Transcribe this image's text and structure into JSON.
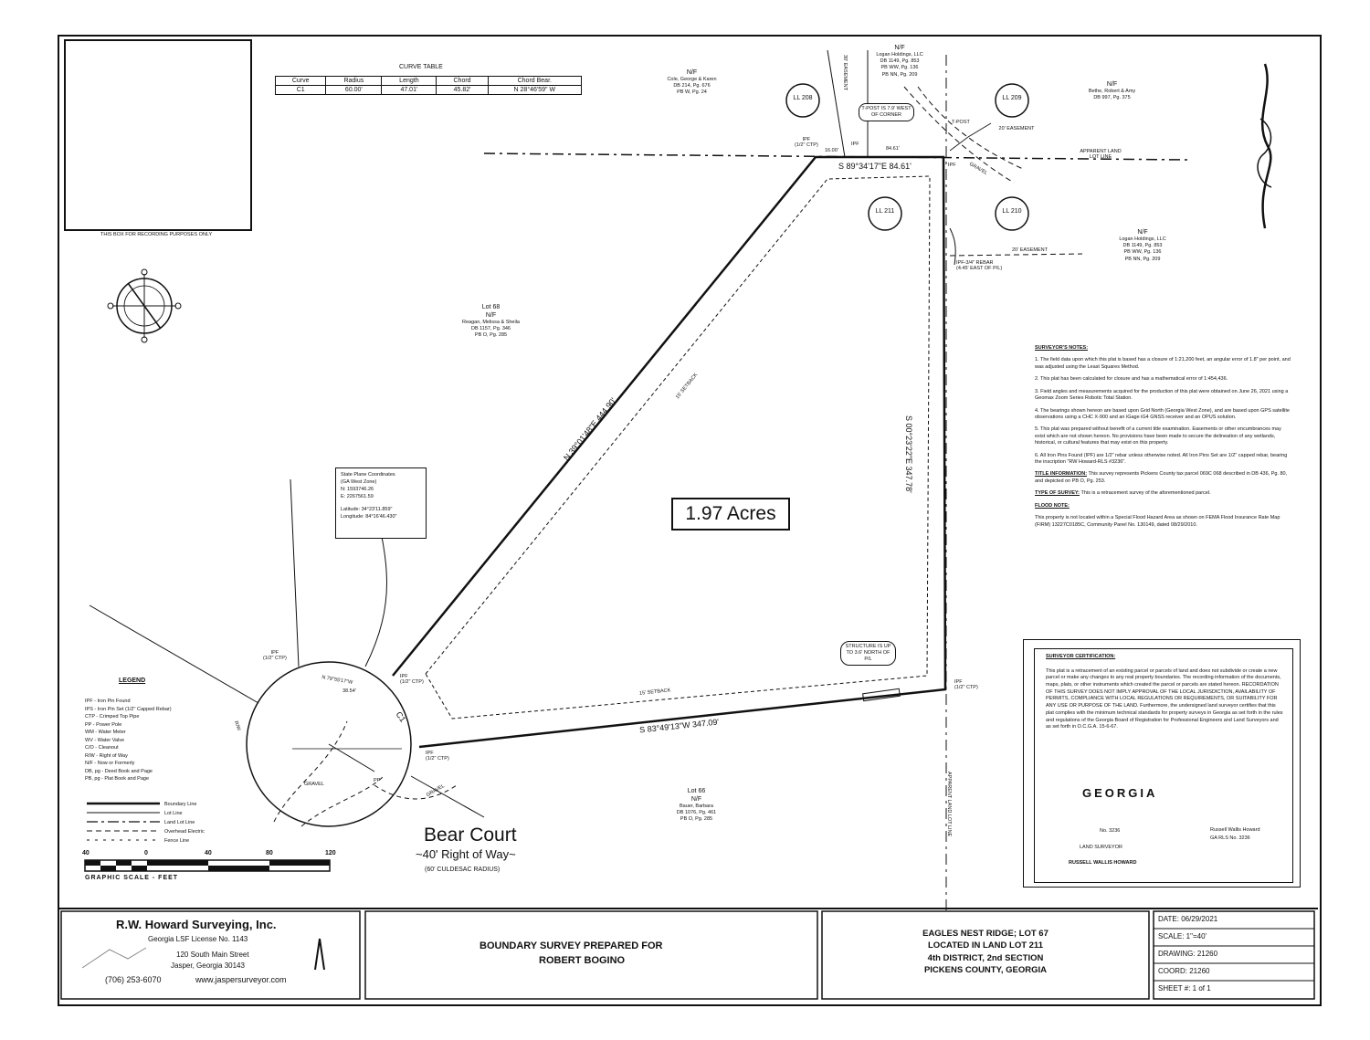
{
  "recording_box": {
    "caption": "THIS BOX FOR RECORDING PURPOSES ONLY"
  },
  "curve_table": {
    "title": "CURVE TABLE",
    "headers": [
      "Curve",
      "Radius",
      "Length",
      "Chord",
      "Chord Bear."
    ],
    "row": [
      "C1",
      "60.00'",
      "47.01'",
      "45.82'",
      "N 28°46'59\" W"
    ]
  },
  "land_lots": [
    "LL 208",
    "LL 209",
    "LL 211",
    "LL 210"
  ],
  "owners": {
    "cole": [
      "N/F",
      "Cole, George & Karen",
      "DB 214, Pg. 676",
      "PB W, Pg. 24"
    ],
    "logan_top": [
      "N/F",
      "Logan Holdings, LLC",
      "DB 1149, Pg. 853",
      "PB WW, Pg. 136",
      "PB NN, Pg. 209"
    ],
    "bethe": [
      "N/F",
      "Bethe, Robert & Amy",
      "DB 997, Pg. 375"
    ],
    "logan_right": [
      "N/F",
      "Logan Holdings, LLC",
      "DB 1149, Pg. 853",
      "PB WW, Pg. 136",
      "PB NN, Pg. 209"
    ],
    "lot68": [
      "Lot 68",
      "N/F",
      "Reagan, Melissa & Sheila",
      "DB 1157, Pg. 346",
      "PB O, Pg. 285"
    ],
    "lot66": [
      "Lot 66",
      "N/F",
      "Bauer, Barbara",
      "DB 1076, Pg. 461",
      "PB O, Pg. 285"
    ]
  },
  "bearings": {
    "north": "S 89°34'17\"E 84.61'",
    "east": "S 00°23'22\"E 347.78'",
    "south": "S 83°49'13\"W 347.09'",
    "west": "N 39°01'48\"E 444.90'",
    "arc": "C1",
    "cul_line": "N 79°55'17\"W",
    "cul_dist": "38.54'",
    "north_small1": "16.00'",
    "north_small2": "84.61'"
  },
  "labels": {
    "ipf": "IPF",
    "ctp": "(1/2\" CTP)",
    "tpost_note": "T-POST IS 7.9' WEST OF CORNER",
    "tpost": "T-POST",
    "easement20": "20' EASEMENT",
    "easement30": "30' EASEMENT",
    "easement_right": "20' EASEMENT",
    "apparent_lll": "APPARENT LAND LOT LINE",
    "apparent_lll_v": "APPARENT LAND LOT LINE",
    "gravel": "GRAVEL",
    "ipf_rebar": "IPF-3/4\" REBAR",
    "ipf_rebar2": "(4.45' EAST OF P/L)",
    "setback": "15' SETBACK",
    "structure": "STRUCTURE IS UP TO 3.6' NORTH OF P/L",
    "rw": "R/W",
    "pp": "PP",
    "acres": "1.97 Acres",
    "road_name": "Bear Court",
    "road_row": "~40' Right of Way~",
    "road_cul": "(60' CULDESAC RADIUS)"
  },
  "spc": {
    "title": "State Plane Coordinates",
    "zone": "(GA West Zone)",
    "n": "N: 1593746.26",
    "e": "E: 2267561.59",
    "lat": "Latitude: 34°23'11.859\"",
    "lon": "Longitude: 84°16'46.430\""
  },
  "legend": {
    "title": "LEGEND",
    "items": [
      "IPF - Iron Pin Found",
      "IPS - Iron Pin Set (1/2\" Capped Rebar)",
      "CTP - Crimped Top Pipe",
      "PP - Power Pole",
      "WM - Water Meter",
      "WV - Water Valve",
      "C/O - Cleanout",
      "R/W - Right of Way",
      "N/F - Now or Formerly",
      "DB, pg - Deed Book and Page",
      "PB, pg - Plat Book and Page"
    ],
    "lines": [
      "Boundary Line",
      "Lot Line",
      "Land Lot Line",
      "Overhead Electric",
      "Fence Line"
    ]
  },
  "scale": {
    "ticks": [
      "40",
      "0",
      "40",
      "80",
      "120"
    ],
    "label": "GRAPHIC SCALE - FEET"
  },
  "notes": {
    "heading": "SURVEYOR'S NOTES:",
    "items": [
      "1. The field data upon which this plat is based has a closure of 1:21,200 feet, an angular error of 1.8\" per point, and was adjusted using the Least Squares Method.",
      "2. This plat has been calculated for closure and has a mathematical error of 1:454,436.",
      "3. Field angles and measurements acquired for the production of this plat were obtained on June 26, 2021 using a Geomax Zoom Series Robotic Total Station.",
      "4. The bearings shown hereon are based upon Grid North (Georgia West Zone), and are based upon GPS satellite observations using a CHC X-900 and an iGage iG4 GNSS receiver and an OPUS solution.",
      "5. This plat was prepared without benefit of a current title examination. Easements or other encumbrances may exist which are not shown hereon. No provisions have been made to secure the delineation of any wetlands, historical, or cultural features that may exist on this property.",
      "6. All Iron Pins Found (IPF) are 1/2\" rebar unless otherwise noted. All Iron Pins Set are 1/2\" capped rebar, bearing the inscription \"RW Howard-RLS #3236\"."
    ],
    "title_info_h": "TITLE INFORMATION:",
    "title_info": "This survey represents Pickens County tax parcel 069C 068 described in DB 436, Pg. 80, and depicted on PB O, Pg. 253.",
    "type_h": "TYPE OF SURVEY:",
    "type": "This is a retracement survey of the aforementioned parcel.",
    "flood_h": "FLOOD NOTE:",
    "flood": "This property is not located within a Special Flood Hazard Area as shown on FEMA Flood Insurance Rate Map (FIRM) 13227C0185C, Community Panel No. 130149, dated 08/29/2010."
  },
  "certification": {
    "heading": "SURVEYOR CERTIFICATION:",
    "text": "This plat is a retracement of an existing parcel or parcels of land and does not subdivide or create a new parcel or make any changes to any real property boundaries. The recording information of the documents, maps, plats, or other instruments which created the parcel or parcels are stated hereon. RECORDATION OF THIS SURVEY DOES NOT IMPLY APPROVAL OF THE LOCAL JURISDICTION, AVAILABILITY OF PERMITS, COMPLIANCE WITH LOCAL REGULATIONS OR REQUIREMENTS, OR SUITABILITY FOR ANY USE OR PURPOSE OF THE LAND. Furthermore, the undersigned land surveyor certifies that this plat complies with the minimum technical standards for property surveys in Georgia as set forth in the rules and regulations of the Georgia Board of Registration for Professional Engineers and Land Surveyors and as set forth in O.C.G.A. 15-6-67.",
    "seal_top": "GEORGIA",
    "seal_bottom": "RUSSELL WALLIS HOWARD",
    "seal_mid": "LAND SURVEYOR",
    "seal_no": "No. 3236",
    "signer": "Russell Wallis Howard",
    "signer_reg": "GA RLS No. 3236"
  },
  "title_block": {
    "company": "R.W. Howard Surveying, Inc.",
    "license": "Georgia LSF License No. 1143",
    "street": "120 South Main Street",
    "city": "Jasper, Georgia 30143",
    "phone": "(706) 253-6070",
    "web": "www.jaspersurveyor.com",
    "prepared_1": "BOUNDARY SURVEY PREPARED FOR",
    "prepared_2": "ROBERT BOGINO",
    "loc_1": "EAGLES NEST RIDGE; LOT 67",
    "loc_2": "LOCATED IN LAND LOT 211",
    "loc_3": "4th DISTRICT, 2nd SECTION",
    "loc_4": "PICKENS COUNTY, GEORGIA",
    "date": "DATE: 06/29/2021",
    "scale": "SCALE: 1\"=40'",
    "drawing": "DRAWING: 21260",
    "coord": "COORD: 21260",
    "sheet": "SHEET #: 1 of 1"
  }
}
